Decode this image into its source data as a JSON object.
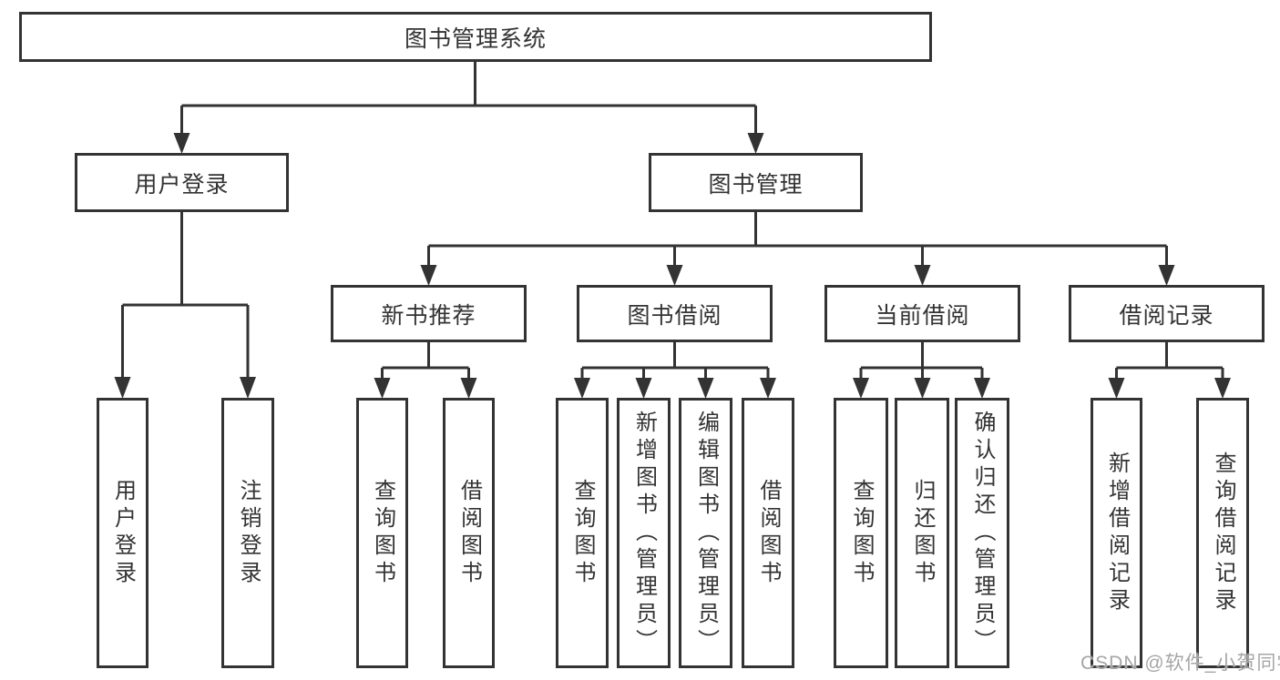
{
  "colors": {
    "line": "#333333",
    "text": "#333333",
    "box_bg": "#ffffff",
    "bg": "#ffffff",
    "watermark": "#a6a6a6"
  },
  "watermark": {
    "text": "CSDN @软件_小贺同学"
  },
  "tree": {
    "root": {
      "label": "图书管理系统"
    },
    "branches": [
      {
        "label": "用户登录",
        "children": [
          {
            "label": "用户登录"
          },
          {
            "label": "注销登录"
          }
        ]
      },
      {
        "label": "图书管理",
        "children": [
          {
            "label": "新书推荐",
            "children": [
              {
                "label": "查询图书"
              },
              {
                "label": "借阅图书"
              }
            ]
          },
          {
            "label": "图书借阅",
            "children": [
              {
                "label": "查询图书"
              },
              {
                "label": "新增图书（管理员）"
              },
              {
                "label": "编辑图书（管理员）"
              },
              {
                "label": "借阅图书"
              }
            ]
          },
          {
            "label": "当前借阅",
            "children": [
              {
                "label": "查询图书"
              },
              {
                "label": "归还图书"
              },
              {
                "label": "确认归还（管理员）"
              }
            ]
          },
          {
            "label": "借阅记录",
            "children": [
              {
                "label": "新增借阅记录"
              },
              {
                "label": "查询借阅记录"
              }
            ]
          }
        ]
      }
    ]
  }
}
